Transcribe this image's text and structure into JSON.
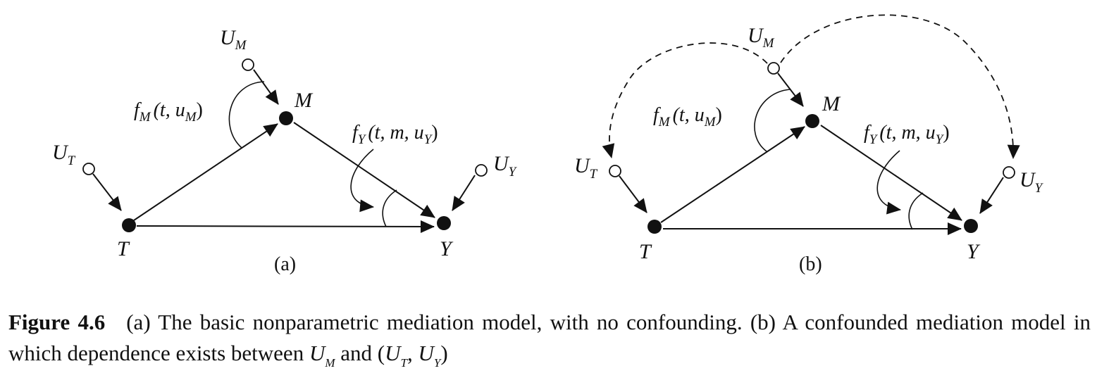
{
  "panel_a": {
    "tag": "(a)",
    "nodes": {
      "um": "U",
      "um_sub": "M",
      "m": "M",
      "ut": "U",
      "ut_sub": "T",
      "uy": "U",
      "uy_sub": "Y",
      "t": "T",
      "y": "Y"
    },
    "fm": {
      "f": "f",
      "sub": "M",
      "args": "(t, u",
      "args_sub": "M",
      "close": ")"
    },
    "fy": {
      "f": "f",
      "sub": "Y",
      "args": "(t, m, u",
      "args_sub": "Y",
      "close": ")"
    }
  },
  "panel_b": {
    "tag": "(b)",
    "nodes": {
      "um": "U",
      "um_sub": "M",
      "m": "M",
      "ut": "U",
      "ut_sub": "T",
      "uy": "U",
      "uy_sub": "Y",
      "t": "T",
      "y": "Y"
    },
    "fm": {
      "f": "f",
      "sub": "M",
      "args": "(t, u",
      "args_sub": "M",
      "close": ")"
    },
    "fy": {
      "f": "f",
      "sub": "Y",
      "args": "(t, m, u",
      "args_sub": "Y",
      "close": ")"
    }
  },
  "caption": {
    "figure_number": "Figure 4.6",
    "text_1": "(a) The basic nonparametric mediation model, with no confounding. (b) A confounded mediation model in which dependence exists between ",
    "var_um": "U",
    "var_um_sub": "M",
    "text_2": " and (",
    "var_ut": "U",
    "var_ut_sub": "T",
    "sep": ", ",
    "var_uy": "U",
    "var_uy_sub": "Y",
    "text_3": ")"
  }
}
